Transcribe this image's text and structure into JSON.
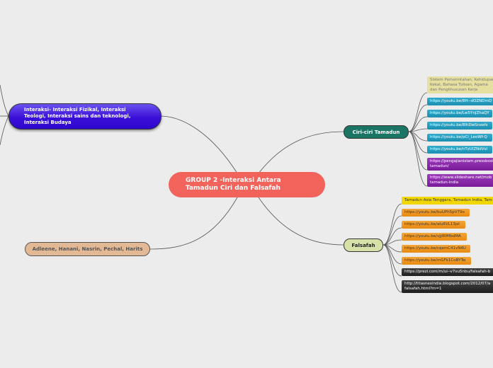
{
  "central": {
    "line1": "GROUP 2 -Interaksi Antara",
    "line2": "Tamadun Ciri dan Falsafah"
  },
  "purple_topic": {
    "line1": "Interaksi- Interaksi Fizikal, Interaksi",
    "line2": "Teologi, Interaksi sains dan teknologi,",
    "line3": "Interaksi Budaya"
  },
  "authors": "Adleene, Hanani, Nasrin, Pechal, Harits",
  "ciri": {
    "label": "Ciri-ciri Tamadun",
    "children": [
      "Sistem Pemerintahan, Kehidupan Kekal, Bahasa Tulisan, Agama dan Pengkhususan Kerja",
      "https://youtu.be/8H--dOZNDmQ",
      "https://youtu.be/Lw5YnJZhaQY",
      "https://youtu.be/8lhDwSnxefs",
      "https://youtu.be/pCi_LeoWf-Q",
      "https://youtu.be/nTzUIZNdVsI",
      "https://pengajianislam.pressbooks tamadun/",
      "https://www.slideshare.net/mob tamadun-india"
    ]
  },
  "falsafah": {
    "label": "Falsafah",
    "children": [
      "Tamadun Asia Tenggara, Tamadun India, Tam",
      "https://youtu.be/buUPh5pV79o",
      "https://youtu.be/aIu6VL13jsI",
      "https://youtu.be/vjjlRMfbdMA",
      "https://youtu.be/cqemC41vN4U",
      "https://youtu.be/mGFk1CoBYTw",
      "https://prezi.com/m/ui--v7vu5nbu/falsafah-b",
      "http://titasnexindia.blogspot.com/2012/07/a falsafah.html?m=1"
    ]
  }
}
